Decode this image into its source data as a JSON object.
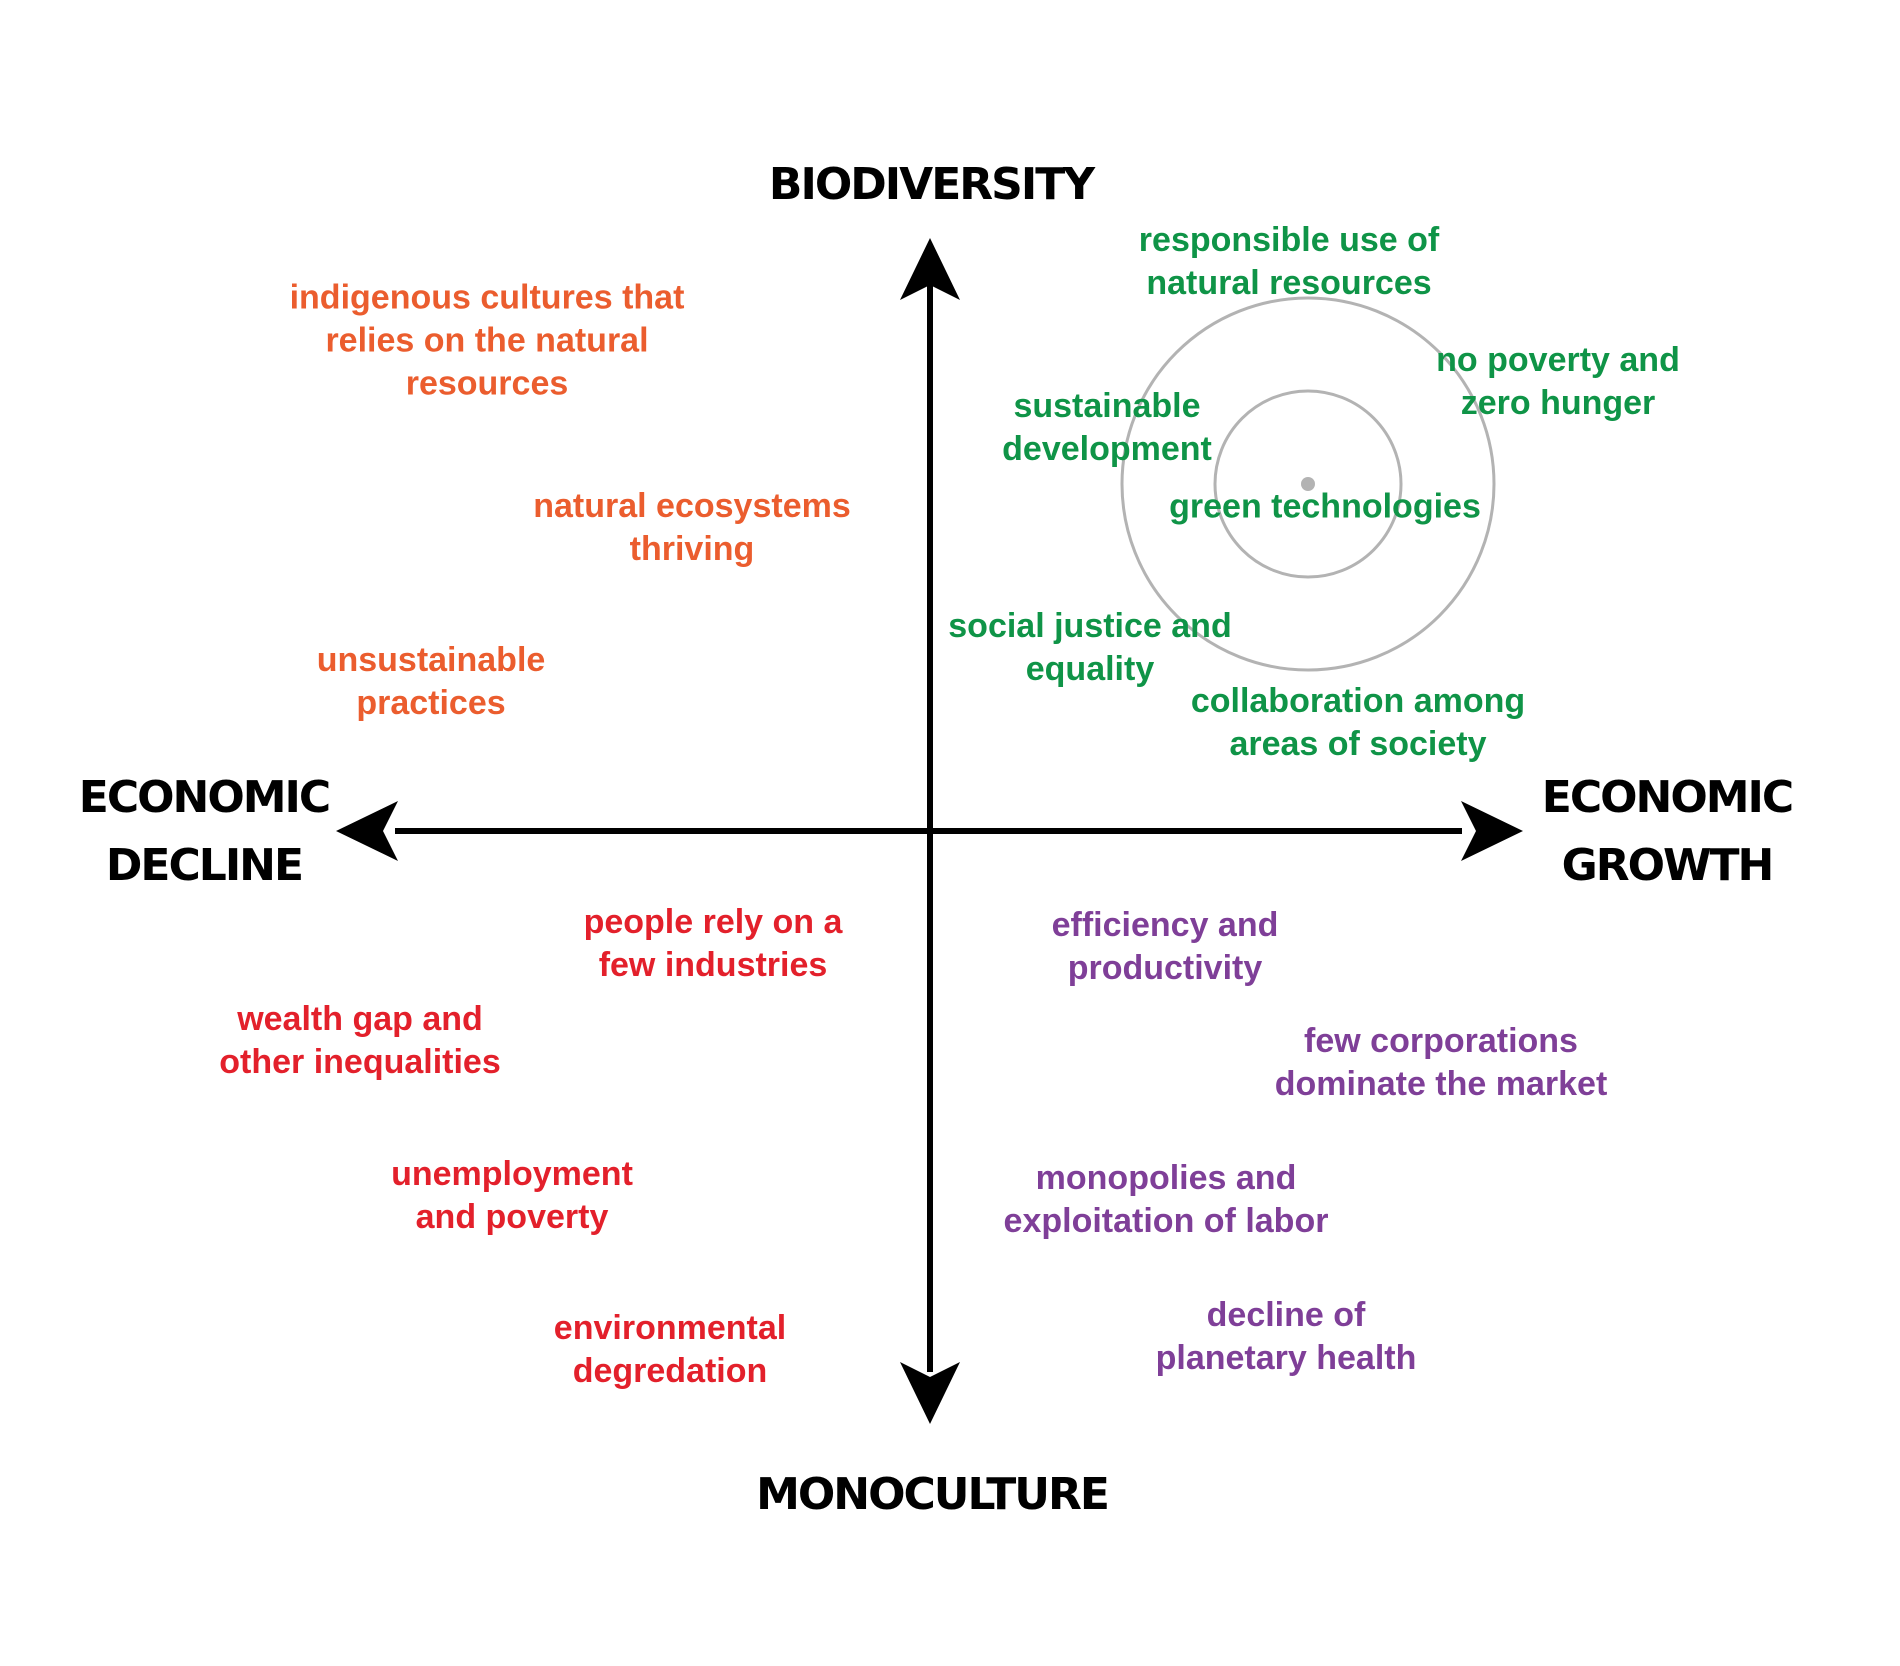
{
  "axes": {
    "top": [
      "BIODIVERSITY"
    ],
    "bottom": [
      "MONOCULTURE"
    ],
    "left": [
      "ECONOMIC",
      "DECLINE"
    ],
    "right": [
      "ECONOMIC",
      "GROWTH"
    ]
  },
  "quadrants": {
    "top_left": {
      "color": "#eb5d2e",
      "items": [
        [
          "indigenous cultures that",
          "relies on the natural",
          "resources"
        ],
        [
          "natural ecosystems",
          "thriving"
        ],
        [
          "unsustainable",
          "practices"
        ]
      ]
    },
    "top_right": {
      "color": "#0f9447",
      "items": [
        [
          "responsible use of",
          "natural resources"
        ],
        [
          "no poverty and",
          "zero hunger"
        ],
        [
          "sustainable",
          "development"
        ],
        [
          "green technologies"
        ],
        [
          "social justice and",
          "equality"
        ],
        [
          "collaboration among",
          "areas of society"
        ]
      ]
    },
    "bottom_left": {
      "color": "#e3202b",
      "items": [
        [
          "people rely on a",
          "few industries"
        ],
        [
          "wealth gap and",
          "other inequalities"
        ],
        [
          "unemployment",
          "and poverty"
        ],
        [
          "environmental",
          "degredation"
        ]
      ]
    },
    "bottom_right": {
      "color": "#7f3f98",
      "items": [
        [
          "efficiency and",
          "productivity"
        ],
        [
          "few corporations",
          "dominate the market"
        ],
        [
          "monopolies and",
          "exploitation of labor"
        ],
        [
          "decline of",
          "planetary health"
        ]
      ]
    }
  }
}
